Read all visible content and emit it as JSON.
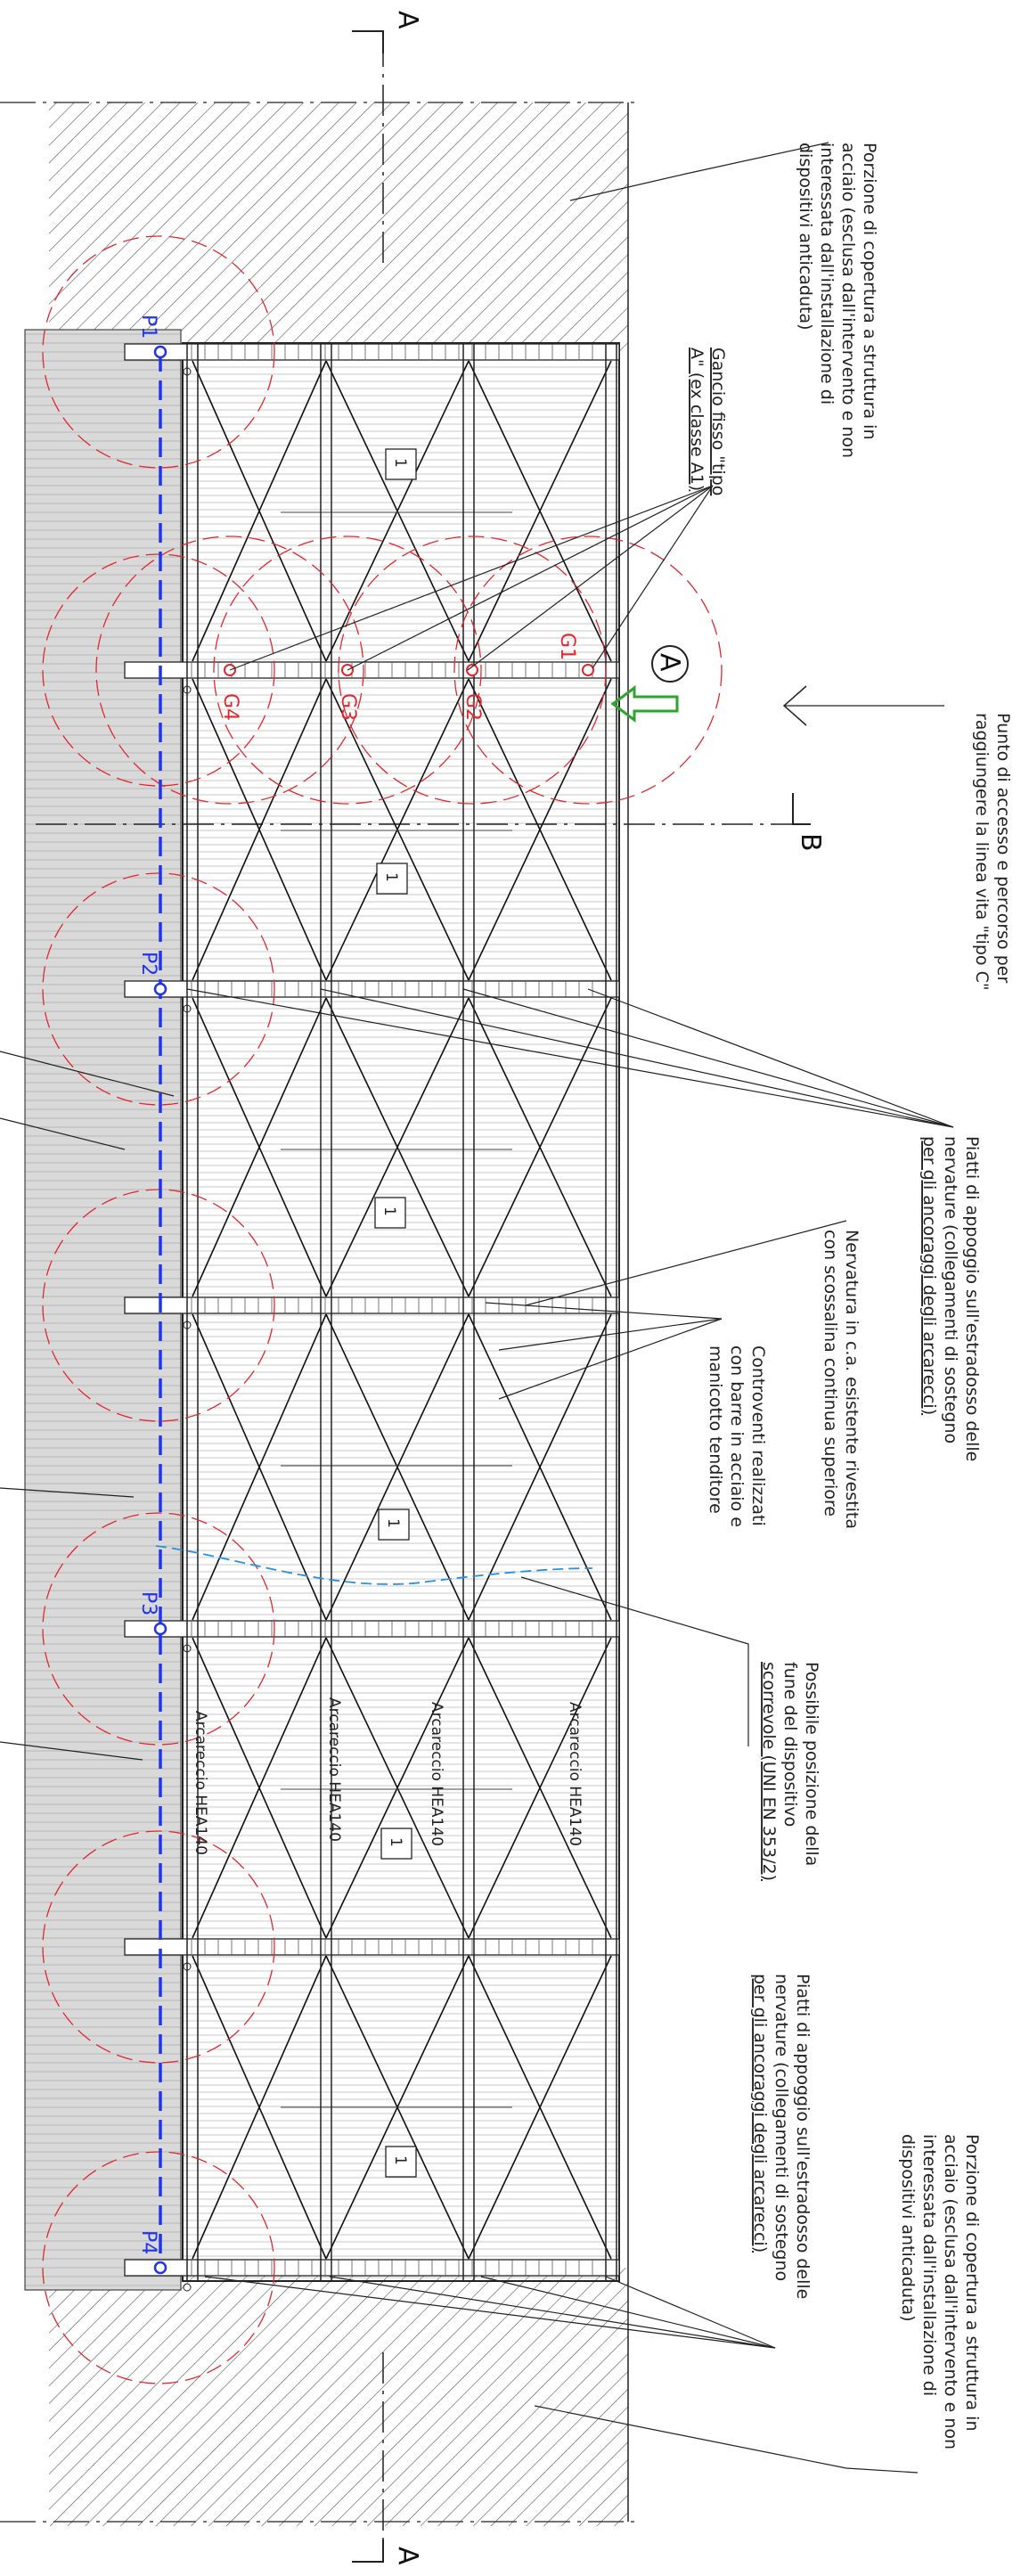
{
  "section_marks": {
    "a_top": "A",
    "a_bottom": "A",
    "b": "B"
  },
  "detail_marker": "A",
  "notes": {
    "roof_top": [
      "Porzione di copertura a struttura in",
      "acciaio (esclusa dall'intervento e non",
      "interessata dall'installazione di",
      "dispositivi anticaduta)"
    ],
    "gancio": [
      "Gancio fisso \"tipo",
      "A\" (ex classe A1)"
    ],
    "accesso": [
      "Punto di accesso e percorso per",
      "raggiungere la linea vita \"tipo C\""
    ],
    "piatti_1": [
      "Piatti di appoggio sull'estradosso delle",
      "nervature (collegamenti di sostegno",
      "per gli ancoraggi degli arcarecci)"
    ],
    "nervatura": [
      "Nervatura in c.a. esistente rivestita",
      "con scossalina continua superiore"
    ],
    "controventi": [
      "Controventi realizzati",
      "con barre in acciaio e",
      "manicotto tenditore"
    ],
    "fune": [
      "Possibile posizione della",
      "fune del dispositivo",
      "scorrevole (UNI EN 353/2)"
    ],
    "piatti_2": [
      "Piatti di appoggio sull'estradosso delle",
      "nervature (collegamenti di sostegno",
      "per gli ancoraggi degli arcarecci)"
    ],
    "roof_bottom": [
      "Porzione di copertura a struttura in",
      "acciaio (esclusa dall'intervento e non",
      "interessata dall'installazione di",
      "dispositivi anticaduta)"
    ]
  },
  "arcarecci": [
    "Arcareccio HEA140",
    "Arcareccio HEA140",
    "Arcareccio HEA140",
    "Arcareccio HEA140"
  ],
  "ganci": [
    "G1",
    "G2",
    "G3",
    "G4"
  ],
  "pali": [
    "P1",
    "P2",
    "P3",
    "P4"
  ],
  "bay_tag": "1",
  "colors": {
    "line": "#1a1a1a",
    "hatch": "#555555",
    "red": "#e0282e",
    "blue": "#2233ee",
    "green": "#2ea32e",
    "grey_band": "#d9d9d9",
    "cyan": "#2a90e0"
  }
}
